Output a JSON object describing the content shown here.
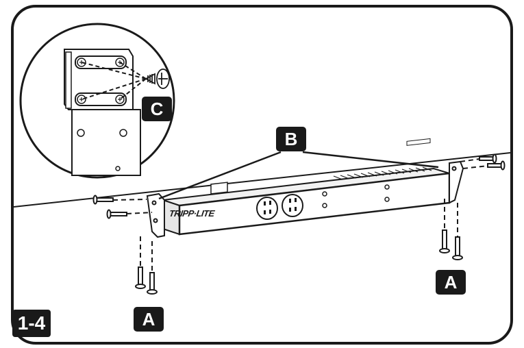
{
  "labels": {
    "a_left": "A",
    "a_right": "A",
    "b": "B",
    "c": "C",
    "step": "1-4"
  },
  "brand_text": "TRIPP·LITE",
  "colors": {
    "ink": "#1a1a1a",
    "paper": "#ffffff"
  },
  "icons": [
    "rack-ear-detail-icon",
    "screw-icon",
    "power-strip-icon",
    "outlet-icon",
    "bolt-icon"
  ]
}
